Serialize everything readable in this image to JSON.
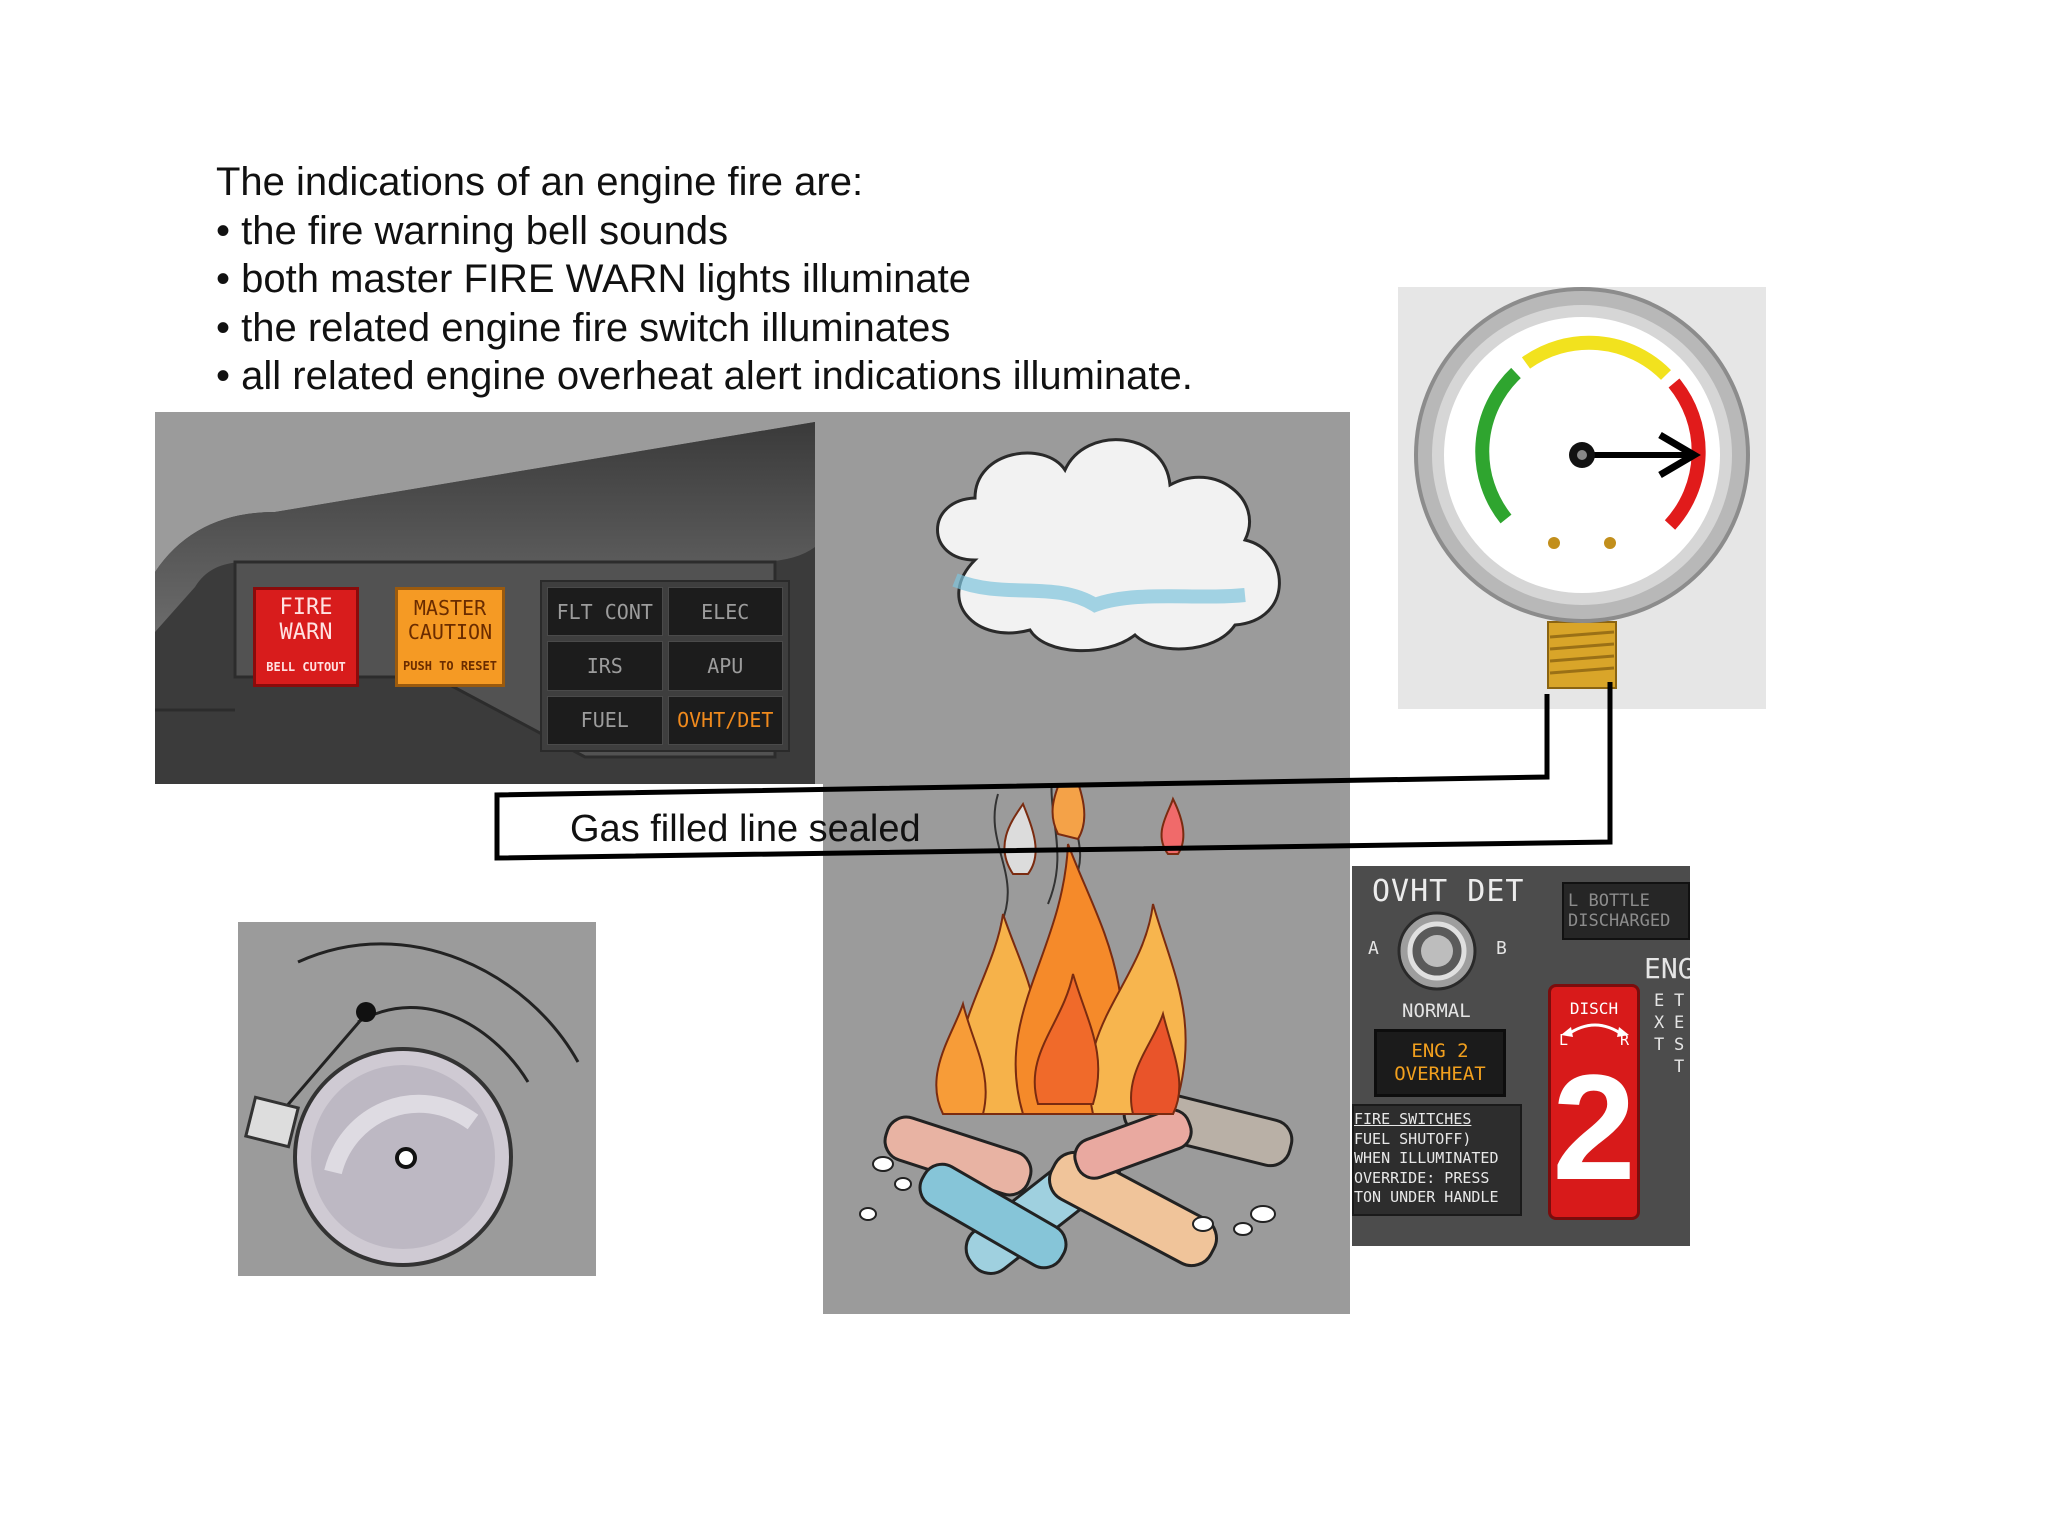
{
  "intro": {
    "heading": "The indications of an engine fire are:",
    "bullets": [
      "the fire warning bell sounds",
      "both master FIRE WARN lights illuminate",
      "the related engine fire switch illuminates",
      "all related engine overheat alert indications illuminate."
    ]
  },
  "glareshield": {
    "fire_warn": {
      "line1": "FIRE",
      "line2": "WARN",
      "sub": "BELL CUTOUT"
    },
    "master_caution": {
      "line1": "MASTER",
      "line2": "CAUTION",
      "sub": "PUSH TO RESET"
    },
    "six_pack": [
      "FLT CONT",
      "ELEC",
      "IRS",
      "APU",
      "FUEL",
      "OVHT/DET"
    ],
    "lit_color": "#f08a1d",
    "fire_color": "#d81c1c",
    "caution_color": "#f59a24"
  },
  "gauge": {
    "arc_colors": [
      "#2fa52f",
      "#f2e21e",
      "#e11b1b"
    ],
    "needle_level": 1.0,
    "needle_icon": "arrow-right-icon"
  },
  "gas_line": {
    "label": "Gas filled line sealed"
  },
  "fire_panel": {
    "title": "OVHT DET",
    "selector_a": "A",
    "selector_b": "B",
    "selector_label": "NORMAL",
    "eng2_overheat": {
      "line1": "ENG 2",
      "line2": "OVERHEAT"
    },
    "bottle": {
      "line1": "L BOTTLE",
      "line2": "DISCHARGED"
    },
    "eng_label": "ENG",
    "ext_col1": [
      "E",
      "X",
      "T"
    ],
    "ext_col2": [
      "T",
      "E",
      "S",
      "T"
    ],
    "handle": {
      "disch": "DISCH",
      "left": "L",
      "right": "R",
      "number": "2",
      "color": "#d81a1a"
    },
    "switches_text": [
      "FIRE SWITCHES",
      "FUEL SHUTOFF)",
      "WHEN ILLUMINATED",
      "OVERRIDE: PRESS",
      "TON UNDER HANDLE"
    ]
  }
}
